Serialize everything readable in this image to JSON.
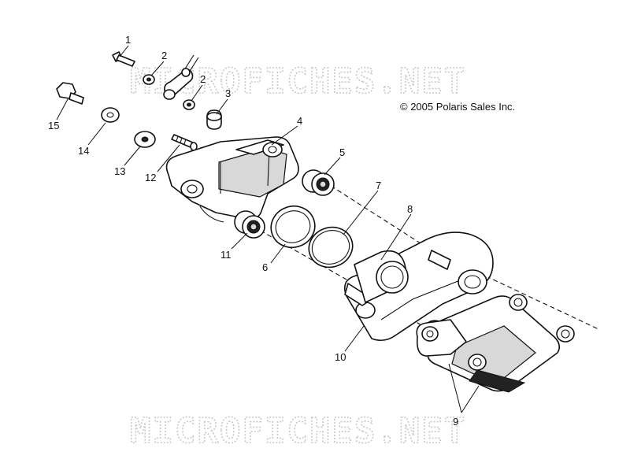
{
  "copyright": "© 2005 Polaris Sales Inc.",
  "watermarks": [
    "MICROFICHES.NET",
    "MICROFICHES.NET"
  ],
  "callouts": [
    "1",
    "2",
    "2",
    "3",
    "4",
    "5",
    "6",
    "7",
    "8",
    "9",
    "10",
    "11",
    "12",
    "13",
    "14",
    "15"
  ]
}
